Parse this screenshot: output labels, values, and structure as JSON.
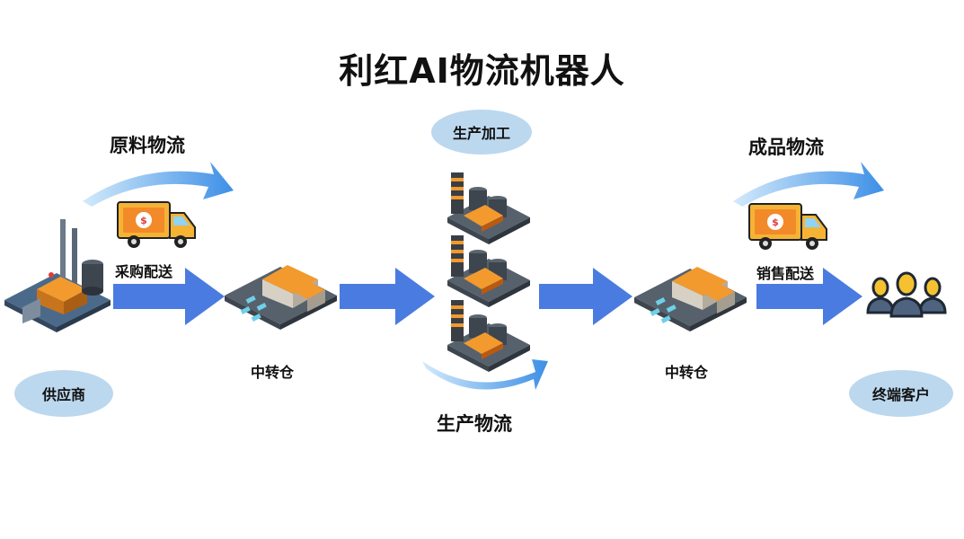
{
  "title": "利红AI物流机器人",
  "stages": {
    "raw_logistics": "原料物流",
    "production_logistics": "生产物流",
    "finished_logistics": "成品物流"
  },
  "labels": {
    "purchase_delivery": "采购配送",
    "sales_delivery": "销售配送",
    "transit_warehouse_1": "中转仓",
    "transit_warehouse_2": "中转仓"
  },
  "ovals": {
    "supplier": "供应商",
    "production": "生产加工",
    "customer": "终端客户"
  },
  "colors": {
    "arrow_blue": "#4a7be0",
    "curve_light": "#b9dcf5",
    "curve_dark": "#4a90e2",
    "oval_fill": "#bcd8ef",
    "truck_yellow": "#f5b335",
    "roof_orange": "#f29a2e"
  },
  "icons": [
    "factory-icon",
    "truck-icon",
    "warehouse-icon",
    "plant-icon",
    "customers-icon"
  ]
}
